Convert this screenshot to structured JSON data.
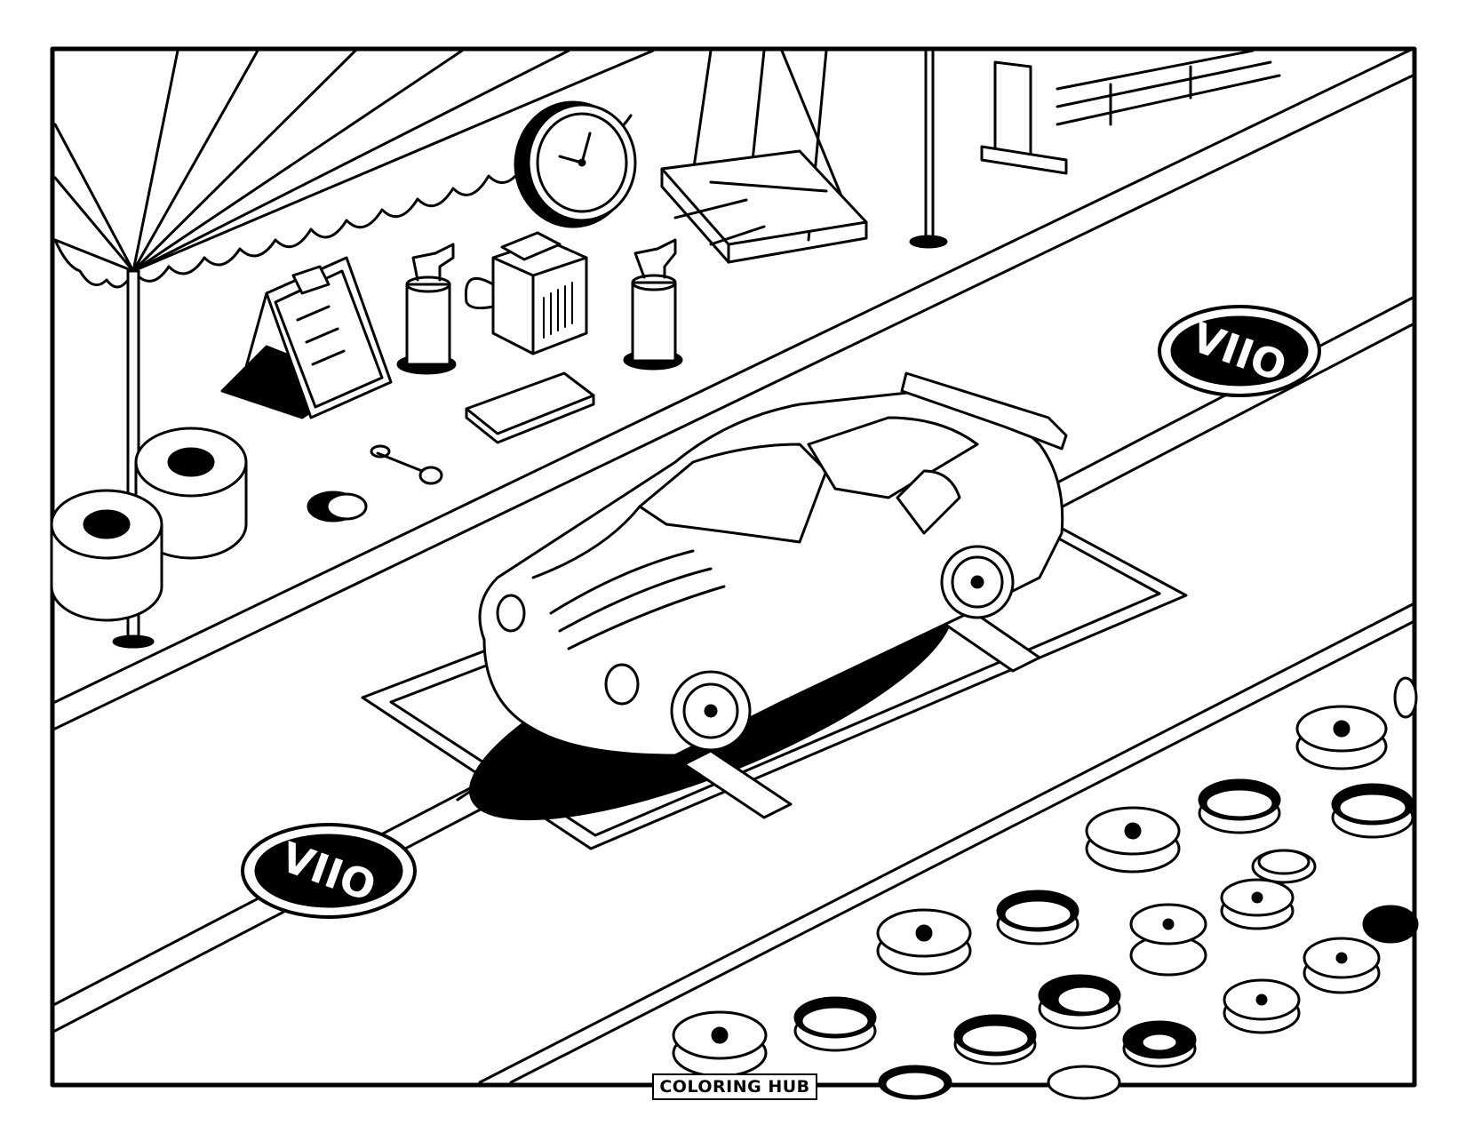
{
  "brand": {
    "label": "COLORING HUB"
  },
  "track_sign": {
    "label": "VIIO"
  },
  "icons": [
    "canopy-tent",
    "wall-clock",
    "clipboard",
    "oil-can",
    "generator",
    "tire-stack",
    "sports-car",
    "wheel-rim",
    "wrench"
  ]
}
